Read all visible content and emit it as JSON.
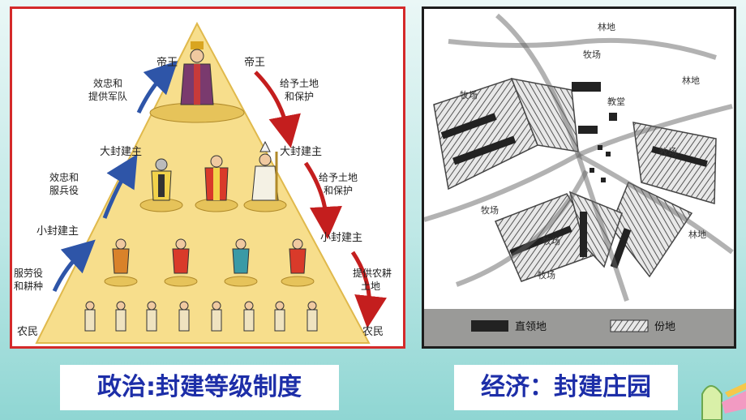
{
  "pyramid": {
    "top_left_label": "帝王",
    "top_right_label": "帝王",
    "mid_left_label": "大封建主",
    "mid_right_label": "大封建主",
    "low_left_label": "小封建主",
    "low_right_label": "小封建主",
    "bottom_left_label": "农民",
    "bottom_right_label": "农民",
    "left_arrows": [
      [
        "效忠和",
        "提供军队"
      ],
      [
        "效忠和",
        "服兵役"
      ],
      [
        "服劳役",
        "和耕种"
      ]
    ],
    "right_arrows": [
      [
        "给予土地",
        "和保护"
      ],
      [
        "给予土地",
        "和保护"
      ],
      [
        "提供农耕",
        "土地"
      ]
    ]
  },
  "manor_map": {
    "field_labels": [
      "林地",
      "牧场",
      "牧场",
      "教堂",
      "牧场",
      "牧场",
      "林地",
      "牧场",
      "林地",
      "牧场"
    ],
    "legend": {
      "demesne": "直领地",
      "tenant": "份地"
    }
  },
  "captions": {
    "left": "政治:封建等级制度",
    "right": "经济：封建庄园"
  },
  "colors": {
    "caption_text": "#1d2ea8",
    "pyramid_fill": "#f7de8c",
    "left_arrow": "#2e55a8",
    "right_arrow": "#c41e1e"
  }
}
